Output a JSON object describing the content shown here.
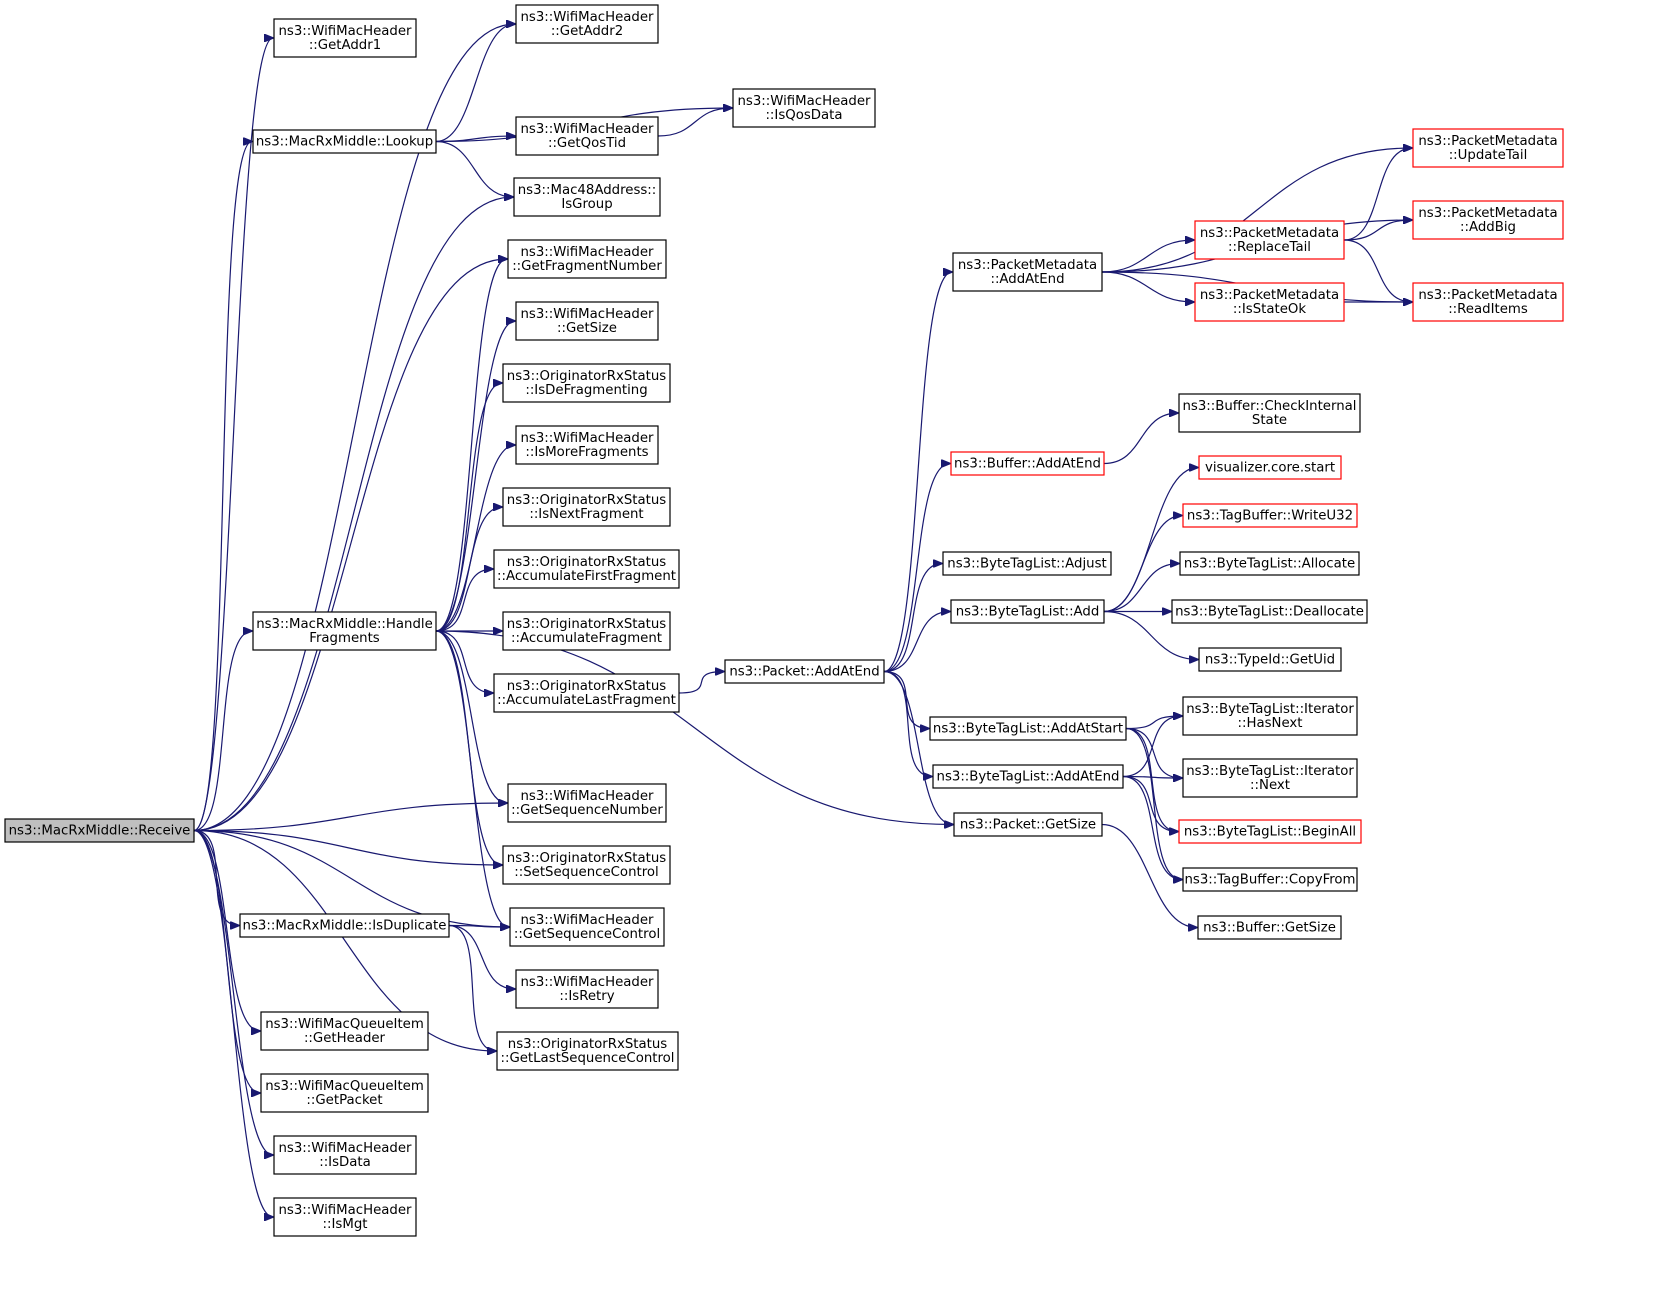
{
  "colors": {
    "edge": "#191970",
    "node_border": "#000000",
    "node_border_red": "#ff0000",
    "root_fill": "#bfbfbf"
  },
  "nodes": [
    {
      "id": "receive",
      "lines": [
        "ns3::MacRxMiddle::Receive"
      ],
      "style": "root"
    },
    {
      "id": "getaddr1",
      "lines": [
        "ns3::WifiMacHeader",
        "::GetAddr1"
      ],
      "style": "normal"
    },
    {
      "id": "getaddr2",
      "lines": [
        "ns3::WifiMacHeader",
        "::GetAddr2"
      ],
      "style": "normal"
    },
    {
      "id": "lookup",
      "lines": [
        "ns3::MacRxMiddle::Lookup"
      ],
      "style": "normal"
    },
    {
      "id": "isqosdata",
      "lines": [
        "ns3::WifiMacHeader",
        "::IsQosData"
      ],
      "style": "normal"
    },
    {
      "id": "getqostid",
      "lines": [
        "ns3::WifiMacHeader",
        "::GetQosTid"
      ],
      "style": "normal"
    },
    {
      "id": "isgroup",
      "lines": [
        "ns3::Mac48Address::",
        "IsGroup"
      ],
      "style": "normal"
    },
    {
      "id": "getfragnum",
      "lines": [
        "ns3::WifiMacHeader",
        "::GetFragmentNumber"
      ],
      "style": "normal"
    },
    {
      "id": "getsize_hdr",
      "lines": [
        "ns3::WifiMacHeader",
        "::GetSize"
      ],
      "style": "normal"
    },
    {
      "id": "isdefrag",
      "lines": [
        "ns3::OriginatorRxStatus",
        "::IsDeFragmenting"
      ],
      "style": "normal"
    },
    {
      "id": "ismorefrag",
      "lines": [
        "ns3::WifiMacHeader",
        "::IsMoreFragments"
      ],
      "style": "normal"
    },
    {
      "id": "isnextfrag",
      "lines": [
        "ns3::OriginatorRxStatus",
        "::IsNextFragment"
      ],
      "style": "normal"
    },
    {
      "id": "accfirst",
      "lines": [
        "ns3::OriginatorRxStatus",
        "::AccumulateFirstFragment"
      ],
      "style": "normal"
    },
    {
      "id": "handlefrag",
      "lines": [
        "ns3::MacRxMiddle::Handle",
        "Fragments"
      ],
      "style": "normal"
    },
    {
      "id": "accfrag",
      "lines": [
        "ns3::OriginatorRxStatus",
        "::AccumulateFragment"
      ],
      "style": "normal"
    },
    {
      "id": "acclast",
      "lines": [
        "ns3::OriginatorRxStatus",
        "::AccumulateLastFragment"
      ],
      "style": "normal"
    },
    {
      "id": "getseqnum",
      "lines": [
        "ns3::WifiMacHeader",
        "::GetSequenceNumber"
      ],
      "style": "normal"
    },
    {
      "id": "setseqctrl",
      "lines": [
        "ns3::OriginatorRxStatus",
        "::SetSequenceControl"
      ],
      "style": "normal"
    },
    {
      "id": "isduplicate",
      "lines": [
        "ns3::MacRxMiddle::IsDuplicate"
      ],
      "style": "normal"
    },
    {
      "id": "getseqctrl",
      "lines": [
        "ns3::WifiMacHeader",
        "::GetSequenceControl"
      ],
      "style": "normal"
    },
    {
      "id": "isretry",
      "lines": [
        "ns3::WifiMacHeader",
        "::IsRetry"
      ],
      "style": "normal"
    },
    {
      "id": "getlastseq",
      "lines": [
        "ns3::OriginatorRxStatus",
        "::GetLastSequenceControl"
      ],
      "style": "normal"
    },
    {
      "id": "qitem_hdr",
      "lines": [
        "ns3::WifiMacQueueItem",
        "::GetHeader"
      ],
      "style": "normal"
    },
    {
      "id": "qitem_pkt",
      "lines": [
        "ns3::WifiMacQueueItem",
        "::GetPacket"
      ],
      "style": "normal"
    },
    {
      "id": "isdata",
      "lines": [
        "ns3::WifiMacHeader",
        "::IsData"
      ],
      "style": "normal"
    },
    {
      "id": "ismgt",
      "lines": [
        "ns3::WifiMacHeader",
        "::IsMgt"
      ],
      "style": "normal"
    },
    {
      "id": "pkt_addatend",
      "lines": [
        "ns3::Packet::AddAtEnd"
      ],
      "style": "normal"
    },
    {
      "id": "pkt_getsize",
      "lines": [
        "ns3::Packet::GetSize"
      ],
      "style": "normal"
    },
    {
      "id": "pm_addatend",
      "lines": [
        "ns3::PacketMetadata",
        "::AddAtEnd"
      ],
      "style": "normal"
    },
    {
      "id": "buf_addatend",
      "lines": [
        "ns3::Buffer::AddAtEnd"
      ],
      "style": "red"
    },
    {
      "id": "btl_adjust",
      "lines": [
        "ns3::ByteTagList::Adjust"
      ],
      "style": "normal"
    },
    {
      "id": "btl_add",
      "lines": [
        "ns3::ByteTagList::Add"
      ],
      "style": "normal"
    },
    {
      "id": "btl_addatstart",
      "lines": [
        "ns3::ByteTagList::AddAtStart"
      ],
      "style": "normal"
    },
    {
      "id": "btl_addatend",
      "lines": [
        "ns3::ByteTagList::AddAtEnd"
      ],
      "style": "normal"
    },
    {
      "id": "pm_updatetail",
      "lines": [
        "ns3::PacketMetadata",
        "::UpdateTail"
      ],
      "style": "red"
    },
    {
      "id": "pm_addbig",
      "lines": [
        "ns3::PacketMetadata",
        "::AddBig"
      ],
      "style": "red"
    },
    {
      "id": "pm_replacetail",
      "lines": [
        "ns3::PacketMetadata",
        "::ReplaceTail"
      ],
      "style": "red"
    },
    {
      "id": "pm_isstateok",
      "lines": [
        "ns3::PacketMetadata",
        "::IsStateOk"
      ],
      "style": "red"
    },
    {
      "id": "pm_readitems",
      "lines": [
        "ns3::PacketMetadata",
        "::ReadItems"
      ],
      "style": "red"
    },
    {
      "id": "buf_checkstate",
      "lines": [
        "ns3::Buffer::CheckInternal",
        "State"
      ],
      "style": "normal"
    },
    {
      "id": "viz_start",
      "lines": [
        "visualizer.core.start"
      ],
      "style": "red"
    },
    {
      "id": "tb_writeu32",
      "lines": [
        "ns3::TagBuffer::WriteU32"
      ],
      "style": "red"
    },
    {
      "id": "btl_allocate",
      "lines": [
        "ns3::ByteTagList::Allocate"
      ],
      "style": "normal"
    },
    {
      "id": "btl_deallocate",
      "lines": [
        "ns3::ByteTagList::Deallocate"
      ],
      "style": "normal"
    },
    {
      "id": "typeid_getuid",
      "lines": [
        "ns3::TypeId::GetUid"
      ],
      "style": "normal"
    },
    {
      "id": "it_hasnext",
      "lines": [
        "ns3::ByteTagList::Iterator",
        "::HasNext"
      ],
      "style": "normal"
    },
    {
      "id": "it_next",
      "lines": [
        "ns3::ByteTagList::Iterator",
        "::Next"
      ],
      "style": "normal"
    },
    {
      "id": "btl_beginall",
      "lines": [
        "ns3::ByteTagList::BeginAll"
      ],
      "style": "red"
    },
    {
      "id": "tb_copyfrom",
      "lines": [
        "ns3::TagBuffer::CopyFrom"
      ],
      "style": "normal"
    },
    {
      "id": "buf_getsize",
      "lines": [
        "ns3::Buffer::GetSize"
      ],
      "style": "normal"
    }
  ],
  "edges": [
    [
      "receive",
      "getaddr1"
    ],
    [
      "receive",
      "getaddr2"
    ],
    [
      "receive",
      "lookup"
    ],
    [
      "receive",
      "isgroup"
    ],
    [
      "receive",
      "getfragnum"
    ],
    [
      "receive",
      "handlefrag"
    ],
    [
      "receive",
      "getseqnum"
    ],
    [
      "receive",
      "setseqctrl"
    ],
    [
      "receive",
      "isduplicate"
    ],
    [
      "receive",
      "getseqctrl"
    ],
    [
      "receive",
      "getlastseq"
    ],
    [
      "receive",
      "qitem_hdr"
    ],
    [
      "receive",
      "qitem_pkt"
    ],
    [
      "receive",
      "isdata"
    ],
    [
      "receive",
      "ismgt"
    ],
    [
      "lookup",
      "getaddr2"
    ],
    [
      "lookup",
      "isqosdata"
    ],
    [
      "lookup",
      "getqostid"
    ],
    [
      "lookup",
      "isgroup"
    ],
    [
      "getqostid",
      "isqosdata"
    ],
    [
      "handlefrag",
      "getfragnum"
    ],
    [
      "handlefrag",
      "getsize_hdr"
    ],
    [
      "handlefrag",
      "isdefrag"
    ],
    [
      "handlefrag",
      "ismorefrag"
    ],
    [
      "handlefrag",
      "isnextfrag"
    ],
    [
      "handlefrag",
      "accfirst"
    ],
    [
      "handlefrag",
      "accfrag"
    ],
    [
      "handlefrag",
      "acclast"
    ],
    [
      "handlefrag",
      "getseqnum"
    ],
    [
      "handlefrag",
      "setseqctrl"
    ],
    [
      "handlefrag",
      "getseqctrl"
    ],
    [
      "handlefrag",
      "pkt_getsize"
    ],
    [
      "isduplicate",
      "getseqctrl"
    ],
    [
      "isduplicate",
      "isretry"
    ],
    [
      "isduplicate",
      "getlastseq"
    ],
    [
      "acclast",
      "pkt_addatend"
    ],
    [
      "pkt_addatend",
      "pm_addatend"
    ],
    [
      "pkt_addatend",
      "buf_addatend"
    ],
    [
      "pkt_addatend",
      "btl_adjust"
    ],
    [
      "pkt_addatend",
      "btl_add"
    ],
    [
      "pkt_addatend",
      "btl_addatstart"
    ],
    [
      "pkt_addatend",
      "btl_addatend"
    ],
    [
      "pkt_addatend",
      "pkt_getsize"
    ],
    [
      "pkt_getsize",
      "buf_getsize"
    ],
    [
      "pm_addatend",
      "pm_updatetail"
    ],
    [
      "pm_addatend",
      "pm_addbig"
    ],
    [
      "pm_addatend",
      "pm_replacetail"
    ],
    [
      "pm_addatend",
      "pm_isstateok"
    ],
    [
      "pm_addatend",
      "pm_readitems"
    ],
    [
      "pm_replacetail",
      "pm_updatetail"
    ],
    [
      "pm_replacetail",
      "pm_addbig"
    ],
    [
      "pm_replacetail",
      "pm_readitems"
    ],
    [
      "pm_isstateok",
      "pm_readitems"
    ],
    [
      "buf_addatend",
      "buf_checkstate"
    ],
    [
      "btl_add",
      "viz_start"
    ],
    [
      "btl_add",
      "tb_writeu32"
    ],
    [
      "btl_add",
      "btl_allocate"
    ],
    [
      "btl_add",
      "btl_deallocate"
    ],
    [
      "btl_add",
      "typeid_getuid"
    ],
    [
      "btl_addatstart",
      "it_hasnext"
    ],
    [
      "btl_addatstart",
      "it_next"
    ],
    [
      "btl_addatstart",
      "btl_beginall"
    ],
    [
      "btl_addatstart",
      "tb_copyfrom"
    ],
    [
      "btl_addatend",
      "it_hasnext"
    ],
    [
      "btl_addatend",
      "it_next"
    ],
    [
      "btl_addatend",
      "btl_beginall"
    ],
    [
      "btl_addatend",
      "tb_copyfrom"
    ]
  ]
}
